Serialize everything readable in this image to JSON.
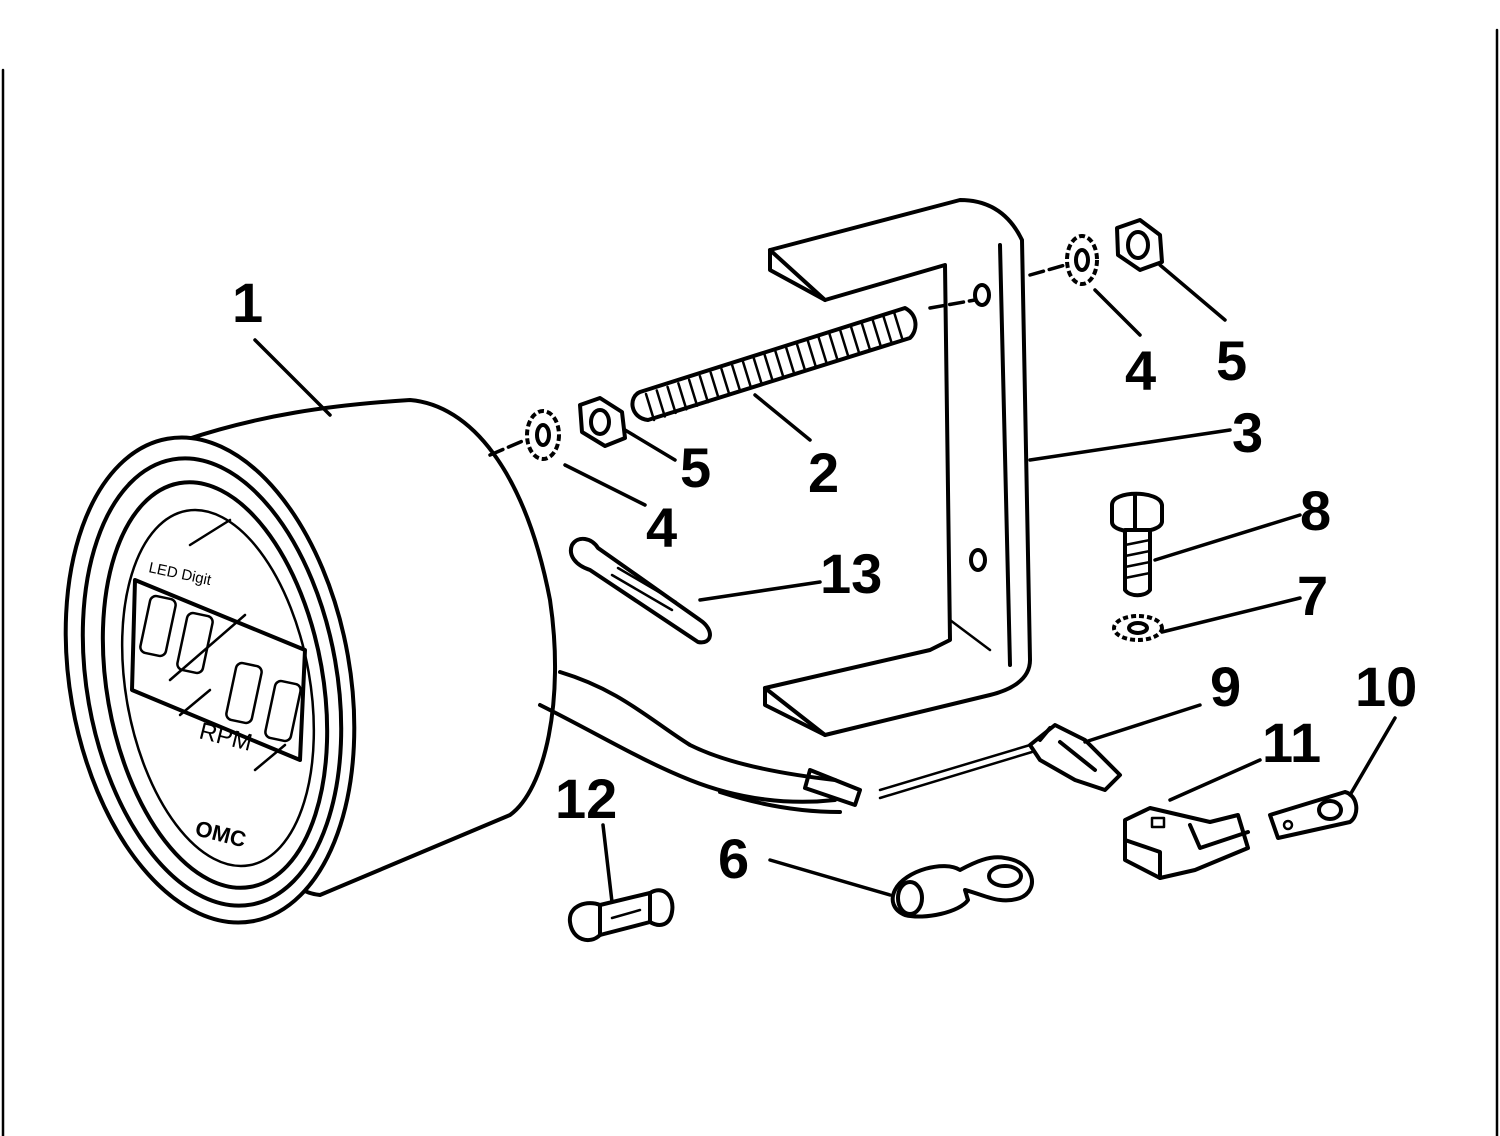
{
  "diagram": {
    "face": {
      "small_text": "LED Digit",
      "unit": "RPM",
      "brand": "OMC"
    },
    "callouts": {
      "c1": "1",
      "c2": "2",
      "c3": "3",
      "c4a": "4",
      "c4b": "4",
      "c5a": "5",
      "c5b": "5",
      "c6": "6",
      "c7": "7",
      "c8": "8",
      "c9": "9",
      "c10": "10",
      "c11": "11",
      "c12": "12",
      "c13": "13"
    }
  }
}
